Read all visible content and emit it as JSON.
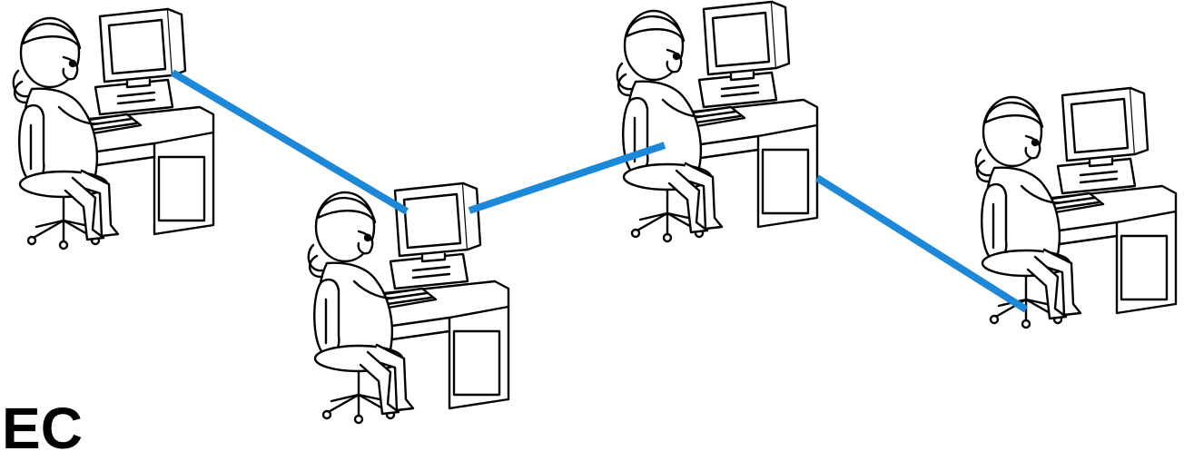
{
  "connection_color": "#1e88d8",
  "line_color": "#000000",
  "workstations": [
    {
      "id": "ws1",
      "icon": "child-at-computer-icon"
    },
    {
      "id": "ws2",
      "icon": "child-at-computer-icon"
    },
    {
      "id": "ws3",
      "icon": "child-at-computer-icon"
    },
    {
      "id": "ws4",
      "icon": "child-at-computer-icon"
    }
  ],
  "links": [
    {
      "from": "ws1",
      "to": "ws2"
    },
    {
      "from": "ws2",
      "to": "ws3"
    },
    {
      "from": "ws3",
      "to": "ws4"
    }
  ],
  "partial_text": "EC"
}
